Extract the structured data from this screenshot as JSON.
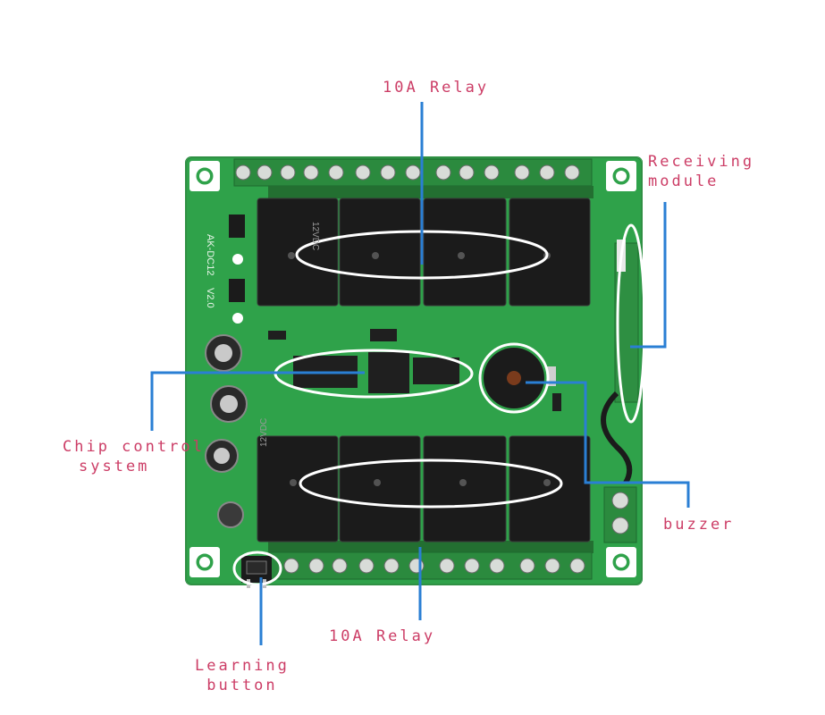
{
  "labels": {
    "relay_top": "10A Relay",
    "relay_bottom": "10A Relay",
    "receiving_line1": "Receiving",
    "receiving_line2": "module",
    "chip_line1": "Chip control",
    "chip_line2": "system",
    "buzzer": "buzzer",
    "learning_line1": "Learning",
    "learning_line2": "button"
  },
  "board_markings": {
    "model": "AK-DC12",
    "version": "V2.0",
    "relay_coil": "12VDC"
  },
  "colors": {
    "label_text": "#cc3d66",
    "leader_line": "#2a7fd4",
    "highlight_ellipse": "#ffffff",
    "pcb": "#2fa24a",
    "relay_body": "#1b1b1b",
    "terminal_block": "#2b8a3e"
  }
}
